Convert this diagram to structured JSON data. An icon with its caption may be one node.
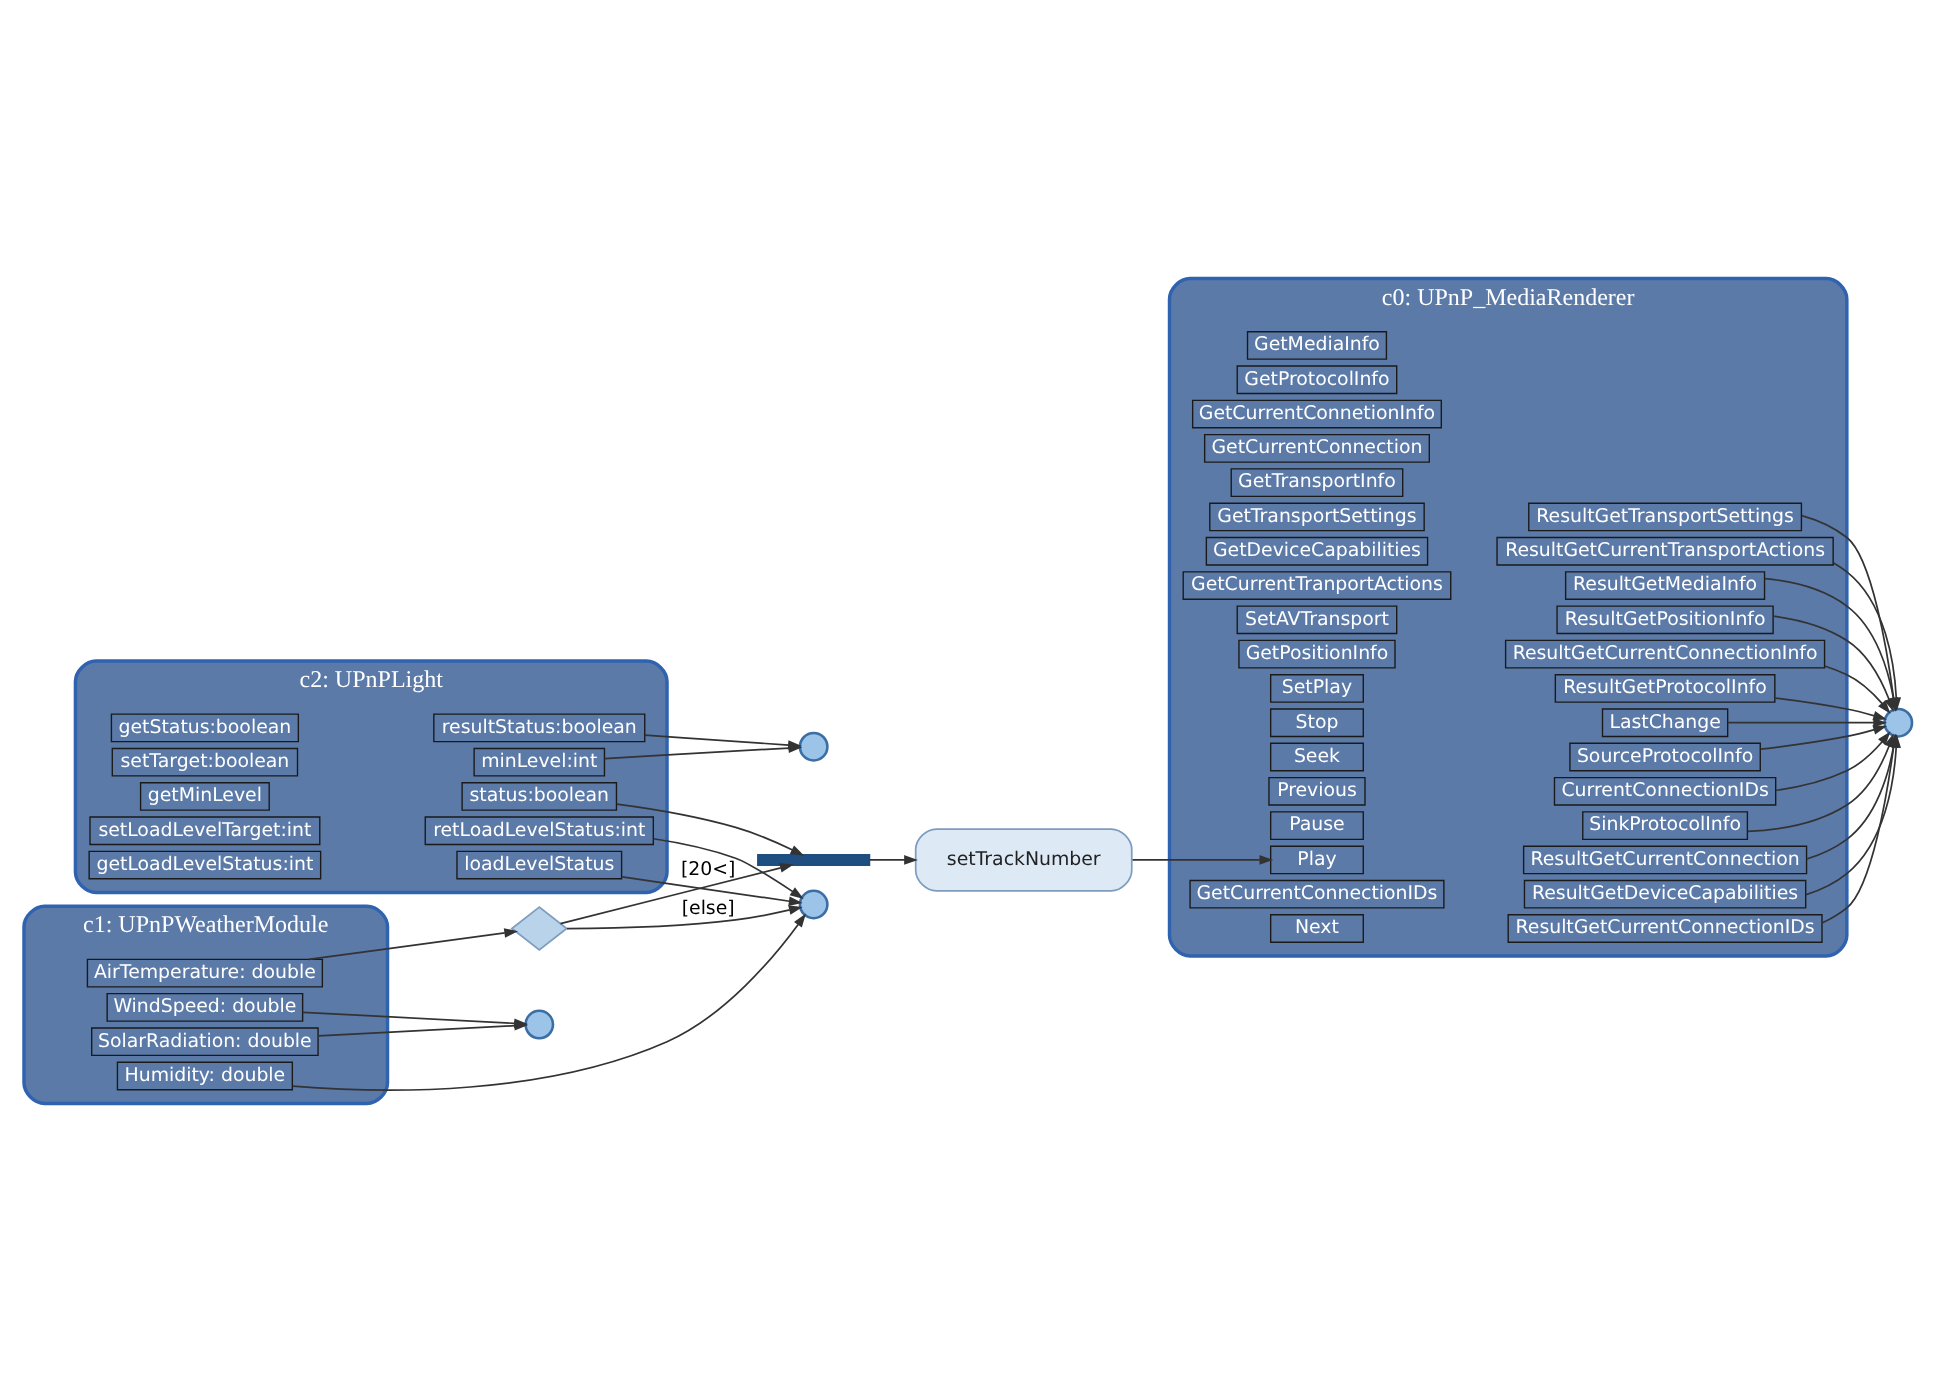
{
  "diagram": {
    "nodes": [
      {
        "text": [
          "c2: UPnPLight"
        ]
      },
      {
        "text": [
          "resultStatus:boolean"
        ],
        "in": 0
      },
      {
        "text": [
          "getStatus:boolean"
        ],
        "in": 0
      },
      {
        "text": [
          "minLevel:int"
        ],
        "in": 0
      },
      {
        "text": [
          "setTarget:boolean"
        ],
        "in": 0
      },
      {
        "text": [
          "status:boolean"
        ],
        "in": 0
      },
      {
        "text": [
          "retLoadLevelStatus:int"
        ],
        "in": 0
      },
      {
        "text": [
          "getMinLevel"
        ],
        "in": 0
      },
      {
        "text": [
          "loadLevelStatus"
        ],
        "in": 0
      },
      {
        "text": [
          "setLoadLevelTarget:int"
        ],
        "in": 0
      },
      {
        "text": [
          "getLoadLevelStatus:int"
        ],
        "in": 0
      },
      {
        "text": [
          "c0: UPnP_MediaRenderer"
        ]
      },
      {
        "text": [
          "ResultGetTransportSettings"
        ],
        "in": 11
      },
      {
        "text": [
          "GetMediaInfo"
        ],
        "in": 11
      },
      {
        "text": [
          "ResultGetCurrentTransportActions"
        ],
        "in": 11
      },
      {
        "text": [
          "GetProtocolInfo"
        ],
        "in": 11
      },
      {
        "text": [
          "ResultGetMediaInfo"
        ],
        "in": 11
      },
      {
        "text": [
          "GetCurrentConnetionInfo"
        ],
        "in": 11
      },
      {
        "text": [
          "ResultGetPositionInfo"
        ],
        "in": 11
      },
      {
        "text": [
          "GetCurrentConnection"
        ],
        "in": 11
      },
      {
        "text": [
          "GetTransportInfo"
        ],
        "in": 11
      },
      {
        "text": [
          "ResultGetCurrentConnectionInfo"
        ],
        "in": 11
      },
      {
        "text": [
          "GetTransportSettings"
        ],
        "in": 11
      },
      {
        "text": [
          "ResultGetProtocolInfo"
        ],
        "in": 11
      },
      {
        "text": [
          "GetDeviceCapabilities"
        ],
        "in": 11
      },
      {
        "text": [
          "GetCurrentTranportActions"
        ],
        "in": 11
      },
      {
        "text": [
          "SetAVTransport"
        ],
        "in": 11
      },
      {
        "text": [
          "LastChange"
        ],
        "in": 11
      },
      {
        "text": [
          "GetPositionInfo"
        ],
        "in": 11
      },
      {
        "text": [
          "SourceProtocolInfo"
        ],
        "in": 11
      },
      {
        "text": [
          "SetPlay"
        ],
        "in": 11
      },
      {
        "text": [
          "Stop"
        ],
        "in": 11
      },
      {
        "text": [
          "CurrentConnectionIDs"
        ],
        "in": 11
      },
      {
        "text": [
          "Seek"
        ],
        "in": 11
      },
      {
        "text": [
          "SinkProtocolInfo"
        ],
        "in": 11
      },
      {
        "text": [
          "Previous"
        ],
        "in": 11
      },
      {
        "text": [
          "ResultGetCurrentConnection"
        ],
        "in": 11
      },
      {
        "text": [
          "Pause"
        ],
        "in": 11
      },
      {
        "text": [
          "Play"
        ],
        "in": 11
      },
      {
        "text": [
          "ResultGetDeviceCapabilities"
        ],
        "in": 11
      },
      {
        "text": [
          "GetCurrentConnectionIDs"
        ],
        "in": 11
      },
      {
        "text": [
          "Next"
        ],
        "in": 11
      },
      {
        "text": [
          "ResultGetCurrentConnectionIDs"
        ],
        "in": 11
      },
      {
        "text": [
          "c1: UPnPWeatherModule"
        ]
      },
      {
        "text": [
          "Humidity: double"
        ],
        "in": 43
      },
      {
        "text": [
          "AirTemperature: double"
        ],
        "in": 43
      },
      {
        "text": [
          "WindSpeed: double"
        ],
        "in": 43
      },
      {
        "text": [
          "SolarRadiation: double"
        ],
        "in": 43
      },
      {
        "text": [],
        "shape": "circle"
      },
      {
        "text": [],
        "shape": "circle"
      },
      {
        "text": [],
        "shape": "diamond"
      },
      {
        "text": [],
        "shape": "circle"
      },
      {
        "text": [],
        "shape": "bar"
      },
      {
        "text": [
          "setTrackNumber"
        ]
      },
      {
        "text": [],
        "shape": "circle"
      }
    ],
    "edges": [
      {
        "from": 1,
        "to": 48,
        "arrow": "to"
      },
      {
        "from": 3,
        "to": 48,
        "arrow": "to"
      },
      {
        "from": 5,
        "to": 52,
        "arrow": "to"
      },
      {
        "from": 6,
        "to": 49,
        "arrow": "to"
      },
      {
        "from": 8,
        "to": 49,
        "arrow": "to"
      },
      {
        "from": 44,
        "to": 49,
        "arrow": "to"
      },
      {
        "from": 45,
        "to": 50,
        "arrow": "to"
      },
      {
        "from": 50,
        "to": 49,
        "arrow": "to",
        "label": "[else]"
      },
      {
        "from": 50,
        "to": 52,
        "arrow": "to",
        "label": "[20<]"
      },
      {
        "from": 46,
        "to": 51,
        "arrow": "to"
      },
      {
        "from": 47,
        "to": 51,
        "arrow": "to"
      },
      {
        "from": 52,
        "to": 53,
        "arrow": "to"
      },
      {
        "from": 53,
        "to": 38,
        "arrow": "to"
      },
      {
        "from": 12,
        "to": 54,
        "arrow": "to"
      },
      {
        "from": 14,
        "to": 54,
        "arrow": "to"
      },
      {
        "from": 16,
        "to": 54,
        "arrow": "to"
      },
      {
        "from": 18,
        "to": 54,
        "arrow": "to"
      },
      {
        "from": 21,
        "to": 54,
        "arrow": "to"
      },
      {
        "from": 23,
        "to": 54,
        "arrow": "to"
      },
      {
        "from": 27,
        "to": 54,
        "arrow": "to"
      },
      {
        "from": 29,
        "to": 54,
        "arrow": "to"
      },
      {
        "from": 32,
        "to": 54,
        "arrow": "to"
      },
      {
        "from": 34,
        "to": 54,
        "arrow": "to"
      },
      {
        "from": 36,
        "to": 54,
        "arrow": "to"
      },
      {
        "from": 39,
        "to": 54,
        "arrow": "to"
      },
      {
        "from": 42,
        "to": 54,
        "arrow": "to"
      }
    ]
  }
}
